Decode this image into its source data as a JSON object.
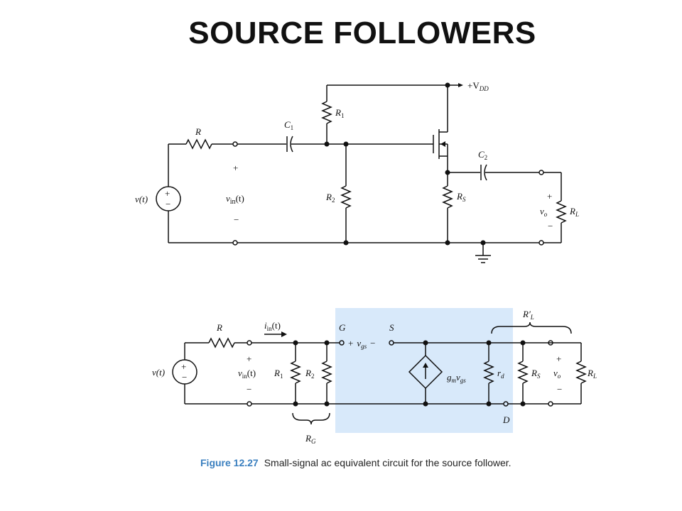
{
  "title": "SOURCE FOLLOWERS",
  "top_circuit": {
    "source": "v(t)",
    "R": "R",
    "C1": "C",
    "C1_sub": "1",
    "R1": "R",
    "R1_sub": "1",
    "R2": "R",
    "R2_sub": "2",
    "VDD": "+V",
    "VDD_sub": "DD",
    "C2": "C",
    "C2_sub": "2",
    "RS": "R",
    "RS_sub": "S",
    "RL": "R",
    "RL_sub": "L",
    "vin": "v",
    "vin_sub": "in",
    "vin_t": "(t)",
    "vo": "v",
    "vo_sub": "o",
    "plus": "+",
    "minus": "−"
  },
  "bottom_circuit": {
    "source": "v(t)",
    "R": "R",
    "iin": "i",
    "iin_sub": "in",
    "iin_t": "(t)",
    "vin": "v",
    "vin_sub": "in",
    "vin_t": "(t)",
    "R1": "R",
    "R1_sub": "1",
    "R2": "R",
    "R2_sub": "2",
    "RG": "R",
    "RG_sub": "G",
    "G": "G",
    "S": "S",
    "D": "D",
    "vgs_plus": "+",
    "vgs": "v",
    "vgs_sub": "gs",
    "vgs_minus": "−",
    "gm": "g",
    "gm_sub": "m",
    "gm_v": "v",
    "gm_v_sub": "gs",
    "rd": "r",
    "rd_sub": "d",
    "RS": "R",
    "RS_sub": "S",
    "vo": "v",
    "vo_sub": "o",
    "RL": "R",
    "RL_sub": "L",
    "RLp": "R′",
    "RLp_sub": "L",
    "plus": "+",
    "minus": "−"
  },
  "caption": {
    "figure": "Figure 12.27",
    "text": "Small-signal ac equivalent circuit for the source follower."
  },
  "colors": {
    "highlight": "#d8e9fa",
    "caption_figure": "#3a7fbf"
  }
}
